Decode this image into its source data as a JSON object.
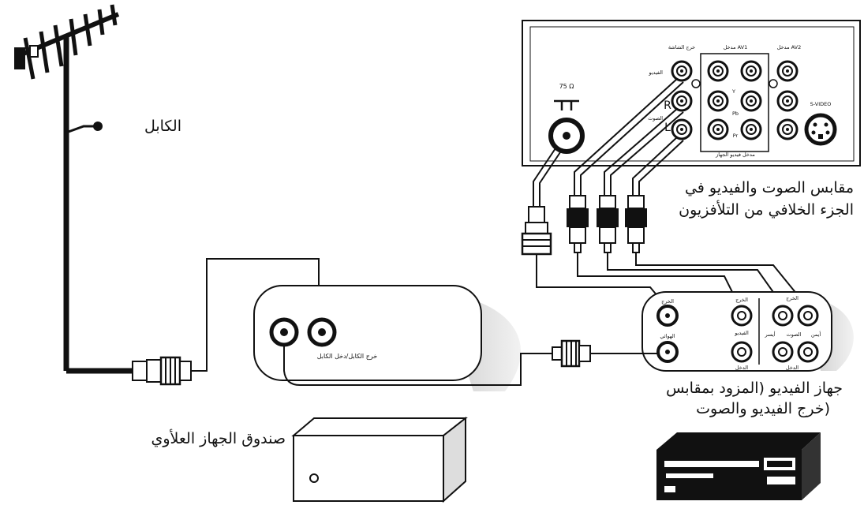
{
  "labels": {
    "cable": "الكابل",
    "tv_jacks_line1": "مقابس الصوت والفيديو في",
    "tv_jacks_line2": "الجزء الخلافي من التلأفزيون",
    "vcr_line1": "جهاز الفيديو (المزود بمقابس",
    "vcr_line2": "خرج الفيديو والصوت)",
    "settop": "صندوق الجهاز العلأوي"
  },
  "tv_panel": {
    "monitor_out": "خرج الشاشة",
    "av1_in": "مدخل AV1",
    "av2_in": "مدخل AV2",
    "svideo": "S-VIDEO",
    "video": "الفيديو",
    "audio": "الصوت",
    "ant_label": "75 Ω",
    "r": "R",
    "l": "L",
    "y": "Y",
    "pb": "Pb",
    "pr": "Pr",
    "component_in": "مدخل فيديو الجهاز"
  },
  "box_panel": {
    "port_label": "خرج الكابل/دخل الكابل"
  },
  "vcr_panel": {
    "out": "الخرج",
    "in": "الدخل",
    "antenna": "الهوائي",
    "video": "الفيديو",
    "audio": "الصوت",
    "left": "أيسر",
    "right": "أيمن"
  }
}
